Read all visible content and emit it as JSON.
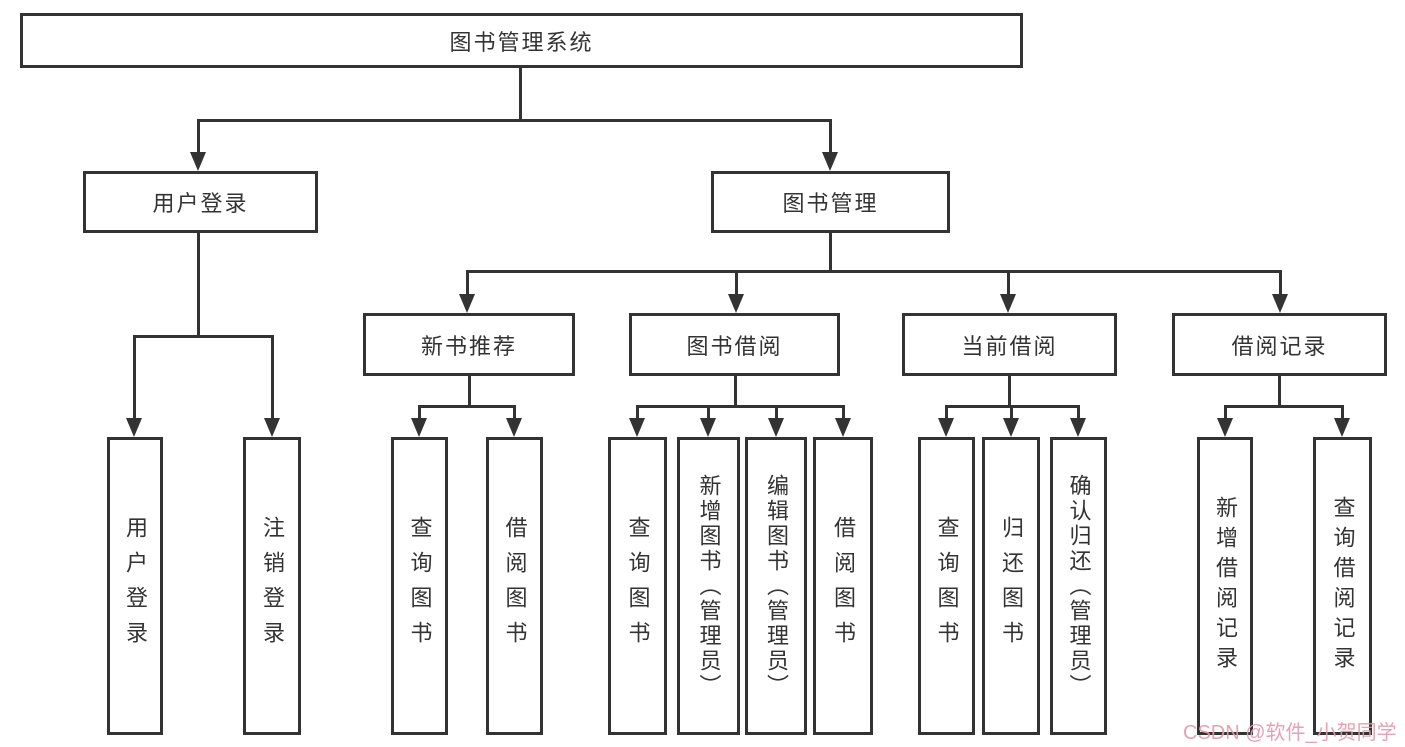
{
  "tree": {
    "label": "图书管理系统",
    "children": [
      {
        "label": "用户登录",
        "children": [
          {
            "label": "用户登录"
          },
          {
            "label": "注销登录"
          }
        ]
      },
      {
        "label": "图书管理",
        "children": [
          {
            "label": "新书推荐",
            "children": [
              {
                "label": "查询图书"
              },
              {
                "label": "借阅图书"
              }
            ]
          },
          {
            "label": "图书借阅",
            "children": [
              {
                "label": "查询图书"
              },
              {
                "label": "新增图书（管理员）"
              },
              {
                "label": "编辑图书（管理员）"
              },
              {
                "label": "借阅图书"
              }
            ]
          },
          {
            "label": "当前借阅",
            "children": [
              {
                "label": "查询图书"
              },
              {
                "label": "归还图书"
              },
              {
                "label": "确认归还（管理员）"
              }
            ]
          },
          {
            "label": "借阅记录",
            "children": [
              {
                "label": "新增借阅记录"
              },
              {
                "label": "查询借阅记录"
              }
            ]
          }
        ]
      }
    ]
  },
  "watermark": {
    "text": "CSDN @软件_小贺同学"
  },
  "colors": {
    "line": "#333333",
    "box_border": "#333333",
    "background": "#ffffff",
    "watermark_pink": "#e49aab"
  }
}
